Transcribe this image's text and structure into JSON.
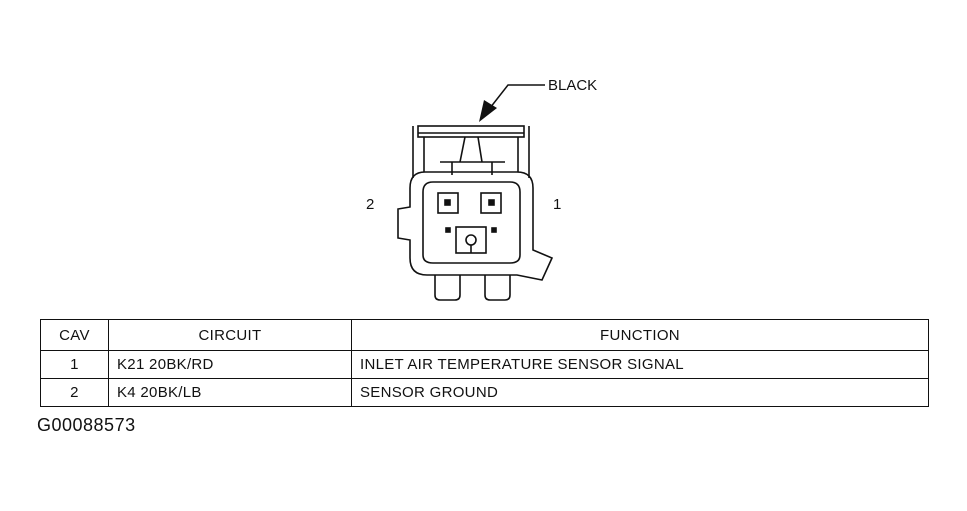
{
  "diagram": {
    "color_label": "BLACK",
    "cavity_labels": [
      "2",
      "1"
    ]
  },
  "table": {
    "headers": [
      "CAV",
      "CIRCUIT",
      "FUNCTION"
    ],
    "rows": [
      {
        "cav": "1",
        "circuit": "K21 20BK/RD",
        "function": "INLET AIR TEMPERATURE SENSOR SIGNAL"
      },
      {
        "cav": "2",
        "circuit": "K4 20BK/LB",
        "function": "SENSOR GROUND"
      }
    ]
  },
  "figure_id": "G00088573",
  "colors": {
    "ink": "#111111",
    "background": "#ffffff"
  }
}
